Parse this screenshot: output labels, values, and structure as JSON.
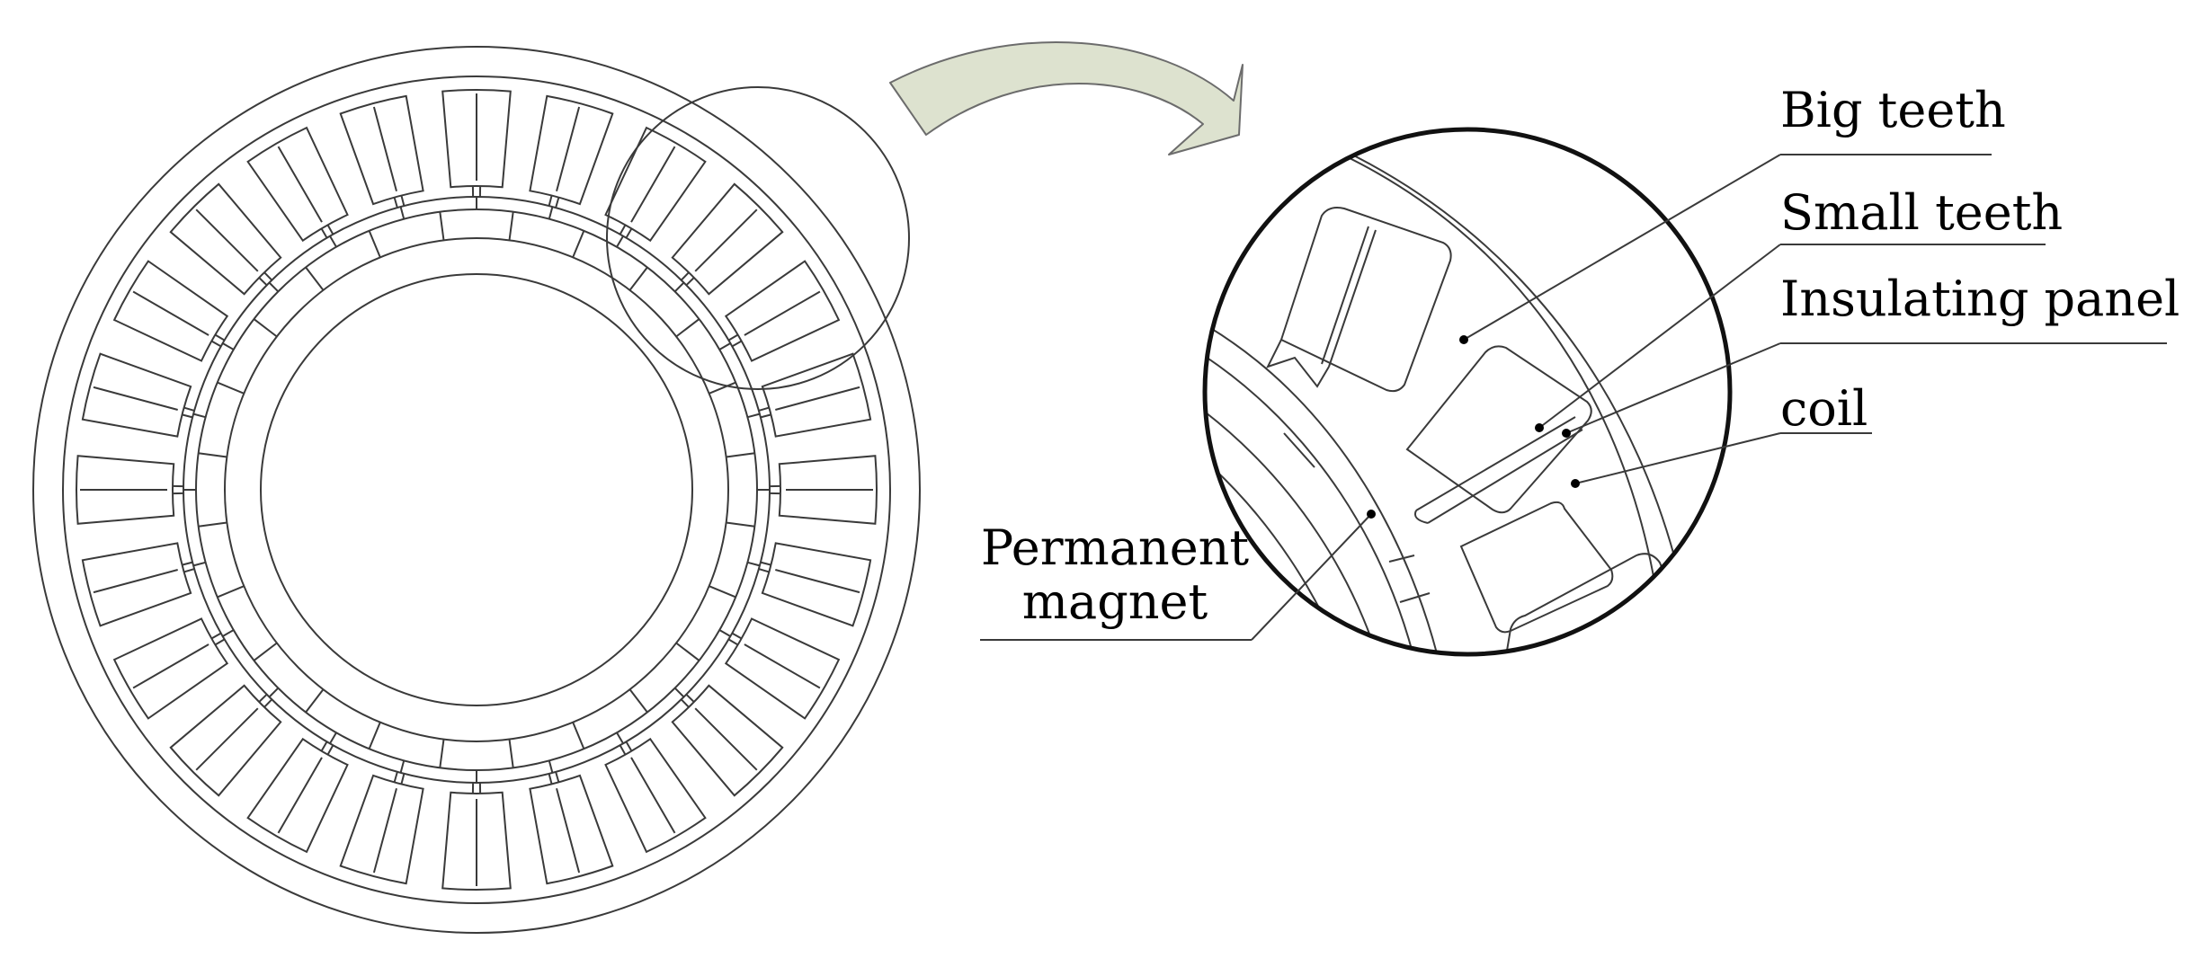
{
  "colors": {
    "line": "#3a3a3a",
    "arrow_fill": "#dde2cf",
    "arrow_stroke": "#6c6c6c",
    "background": "#ffffff"
  },
  "labels": {
    "big_teeth": "Big teeth",
    "small_teeth": "Small teeth",
    "insulating_panel": "Insulating panel",
    "coil": "coil",
    "permanent_magnet_line1": "Permanent",
    "permanent_magnet_line2": "magnet"
  },
  "stator": {
    "slot_count": 24
  }
}
